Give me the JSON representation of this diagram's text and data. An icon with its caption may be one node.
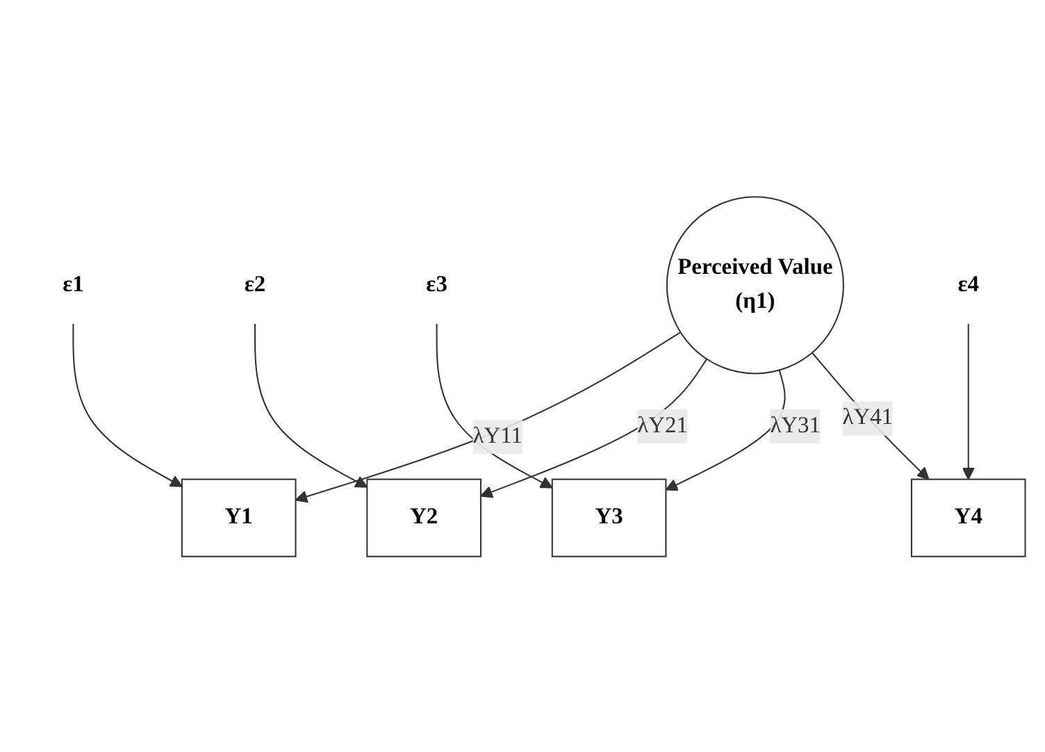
{
  "diagram": {
    "nodes": [
      {
        "text": [
          "ε1"
        ]
      },
      {
        "text": [
          "Y1"
        ]
      },
      {
        "text": [
          "ε2"
        ]
      },
      {
        "text": [
          "Y2"
        ]
      },
      {
        "text": [
          "ε3"
        ]
      },
      {
        "text": [
          "Y3"
        ]
      },
      {
        "text": [
          "ε4"
        ]
      },
      {
        "text": [
          "Y4"
        ]
      },
      {
        "text": [
          "Perceived Value",
          "(η1)"
        ]
      }
    ],
    "edges": [
      {
        "from": 0,
        "to": 1,
        "arrow": "to"
      },
      {
        "from": 8,
        "to": 1,
        "arrow": "to",
        "label": "λY11"
      },
      {
        "from": 2,
        "to": 3,
        "arrow": "to"
      },
      {
        "from": 8,
        "to": 3,
        "arrow": "to",
        "label": "λY21"
      },
      {
        "from": 4,
        "to": 5,
        "arrow": "to"
      },
      {
        "from": 8,
        "to": 5,
        "arrow": "to",
        "label": "λY31"
      },
      {
        "from": 6,
        "to": 7,
        "arrow": "to"
      },
      {
        "from": 8,
        "to": 7,
        "arrow": "to",
        "label": "λY41"
      }
    ]
  }
}
